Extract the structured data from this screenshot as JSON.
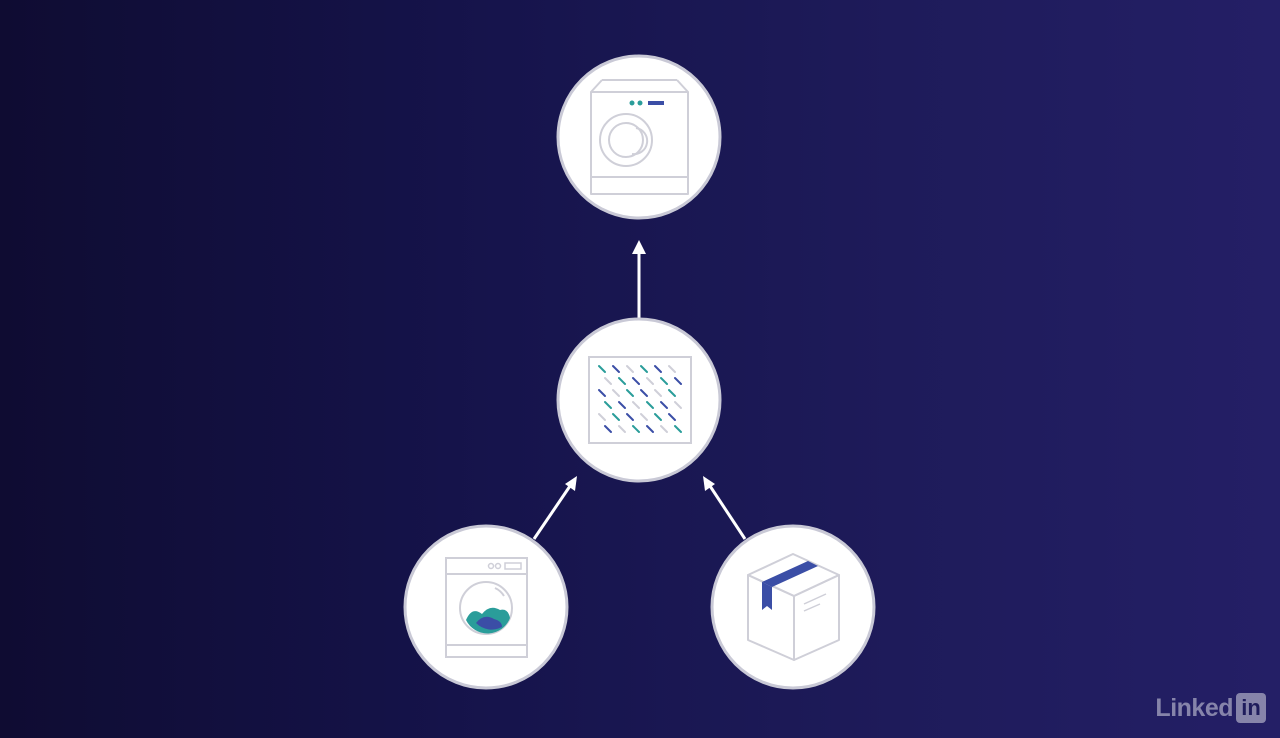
{
  "diagram": {
    "nodes": [
      {
        "id": "dryer",
        "icon": "dryer-icon"
      },
      {
        "id": "fabric",
        "icon": "fabric-pattern-icon"
      },
      {
        "id": "washer",
        "icon": "washing-machine-icon"
      },
      {
        "id": "package",
        "icon": "package-box-icon"
      }
    ],
    "edges": [
      {
        "from": "fabric",
        "to": "dryer"
      },
      {
        "from": "washer",
        "to": "fabric"
      },
      {
        "from": "package",
        "to": "fabric"
      }
    ]
  },
  "colors": {
    "background_left": "#0f0c32",
    "background_right": "#241f66",
    "circle_fill": "#ffffff",
    "circle_stroke": "#c9c9d6",
    "icon_line": "#cfcfd8",
    "accent_teal": "#2a9d9a",
    "accent_blue": "#3b4ea6",
    "arrow": "#ffffff"
  },
  "watermark": {
    "text": "Linked",
    "box_text": "in"
  }
}
